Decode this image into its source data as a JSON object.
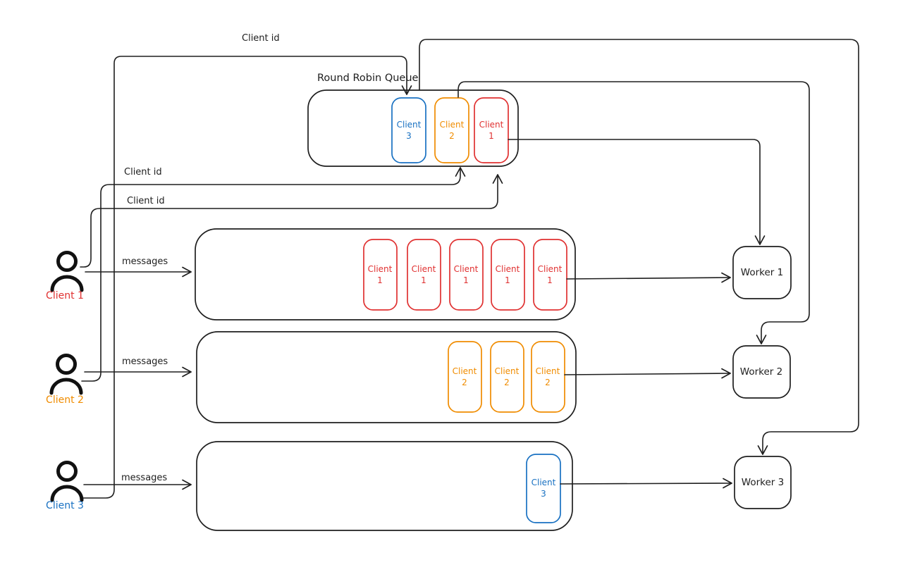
{
  "colors": {
    "ink": "#1e1e1e",
    "client1_red": "#e03131",
    "client2_orange": "#f08c00",
    "client3_blue": "#1971c2"
  },
  "rrq": {
    "title": "Round Robin Queue",
    "cards": [
      {
        "l1": "Client",
        "l2": "3",
        "color": "#1971c2"
      },
      {
        "l1": "Client",
        "l2": "2",
        "color": "#f08c00"
      },
      {
        "l1": "Client",
        "l2": "1",
        "color": "#e03131"
      }
    ]
  },
  "clients": [
    {
      "name": "Client 1",
      "color": "#e03131",
      "id_label": "Client id",
      "msg_label": "messages"
    },
    {
      "name": "Client 2",
      "color": "#f08c00",
      "id_label": "Client id",
      "msg_label": "messages"
    },
    {
      "name": "Client 3",
      "color": "#1971c2",
      "id_label": "Client id",
      "msg_label": "messages"
    }
  ],
  "queues": [
    {
      "cards": [
        {
          "l1": "Client",
          "l2": "1",
          "color": "#e03131"
        },
        {
          "l1": "Client",
          "l2": "1",
          "color": "#e03131"
        },
        {
          "l1": "Client",
          "l2": "1",
          "color": "#e03131"
        },
        {
          "l1": "Client",
          "l2": "1",
          "color": "#e03131"
        },
        {
          "l1": "Client",
          "l2": "1",
          "color": "#e03131"
        }
      ]
    },
    {
      "cards": [
        {
          "l1": "Client",
          "l2": "2",
          "color": "#f08c00"
        },
        {
          "l1": "Client",
          "l2": "2",
          "color": "#f08c00"
        },
        {
          "l1": "Client",
          "l2": "2",
          "color": "#f08c00"
        }
      ]
    },
    {
      "cards": [
        {
          "l1": "Client",
          "l2": "3",
          "color": "#1971c2"
        }
      ]
    }
  ],
  "workers": [
    {
      "name": "Worker 1"
    },
    {
      "name": "Worker 2"
    },
    {
      "name": "Worker 3"
    }
  ]
}
